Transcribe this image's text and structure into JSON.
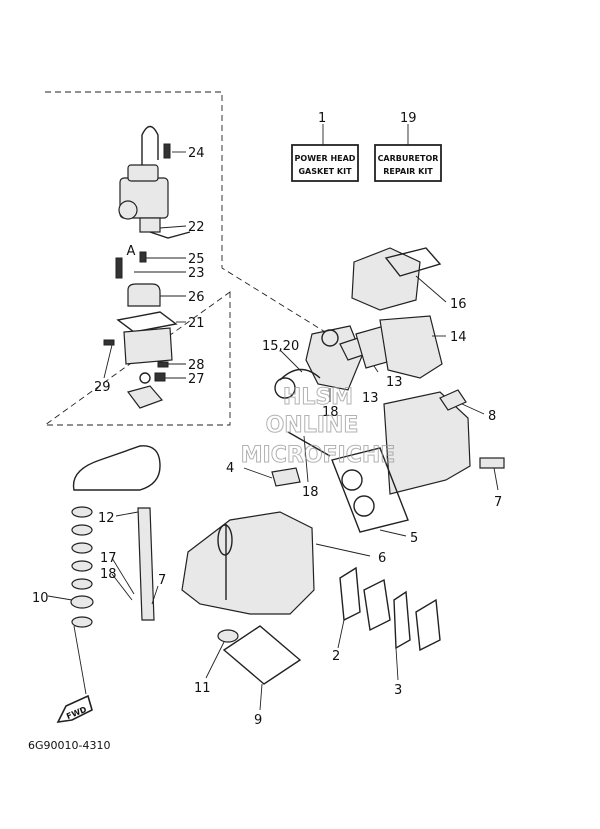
{
  "kits": [
    {
      "number": "1",
      "line1": "POWER HEAD",
      "line2": "GASKET KIT"
    },
    {
      "number": "19",
      "line1": "CARBURETOR",
      "line2": "REPAIR KIT"
    }
  ],
  "callouts": {
    "c24": "24",
    "c22": "22",
    "c25": "25",
    "c23": "23",
    "c26": "26",
    "c21": "21",
    "c28": "28",
    "c27": "27",
    "c29": "29",
    "c1520": "15,20",
    "c18a": "18",
    "c13a": "13",
    "c13b": "13",
    "c14": "14",
    "c16": "16",
    "c8": "8",
    "c7a": "7",
    "c4": "4",
    "c18b": "18",
    "c5": "5",
    "c6": "6",
    "c12": "12",
    "c17": "17",
    "c18c": "18",
    "c7b": "7",
    "c10": "10",
    "c11": "11",
    "c2": "2",
    "c3": "3",
    "c9": "9"
  },
  "fwd_label": "FWD",
  "carb_ref": "A",
  "watermark": {
    "line1": "HLSM",
    "line2": "ONLINE",
    "line3": "MICROFICHE"
  },
  "drawing_code": "6G90010-4310",
  "colors": {
    "ink": "#111111",
    "paper": "#ffffff",
    "watermark": "#999999"
  }
}
